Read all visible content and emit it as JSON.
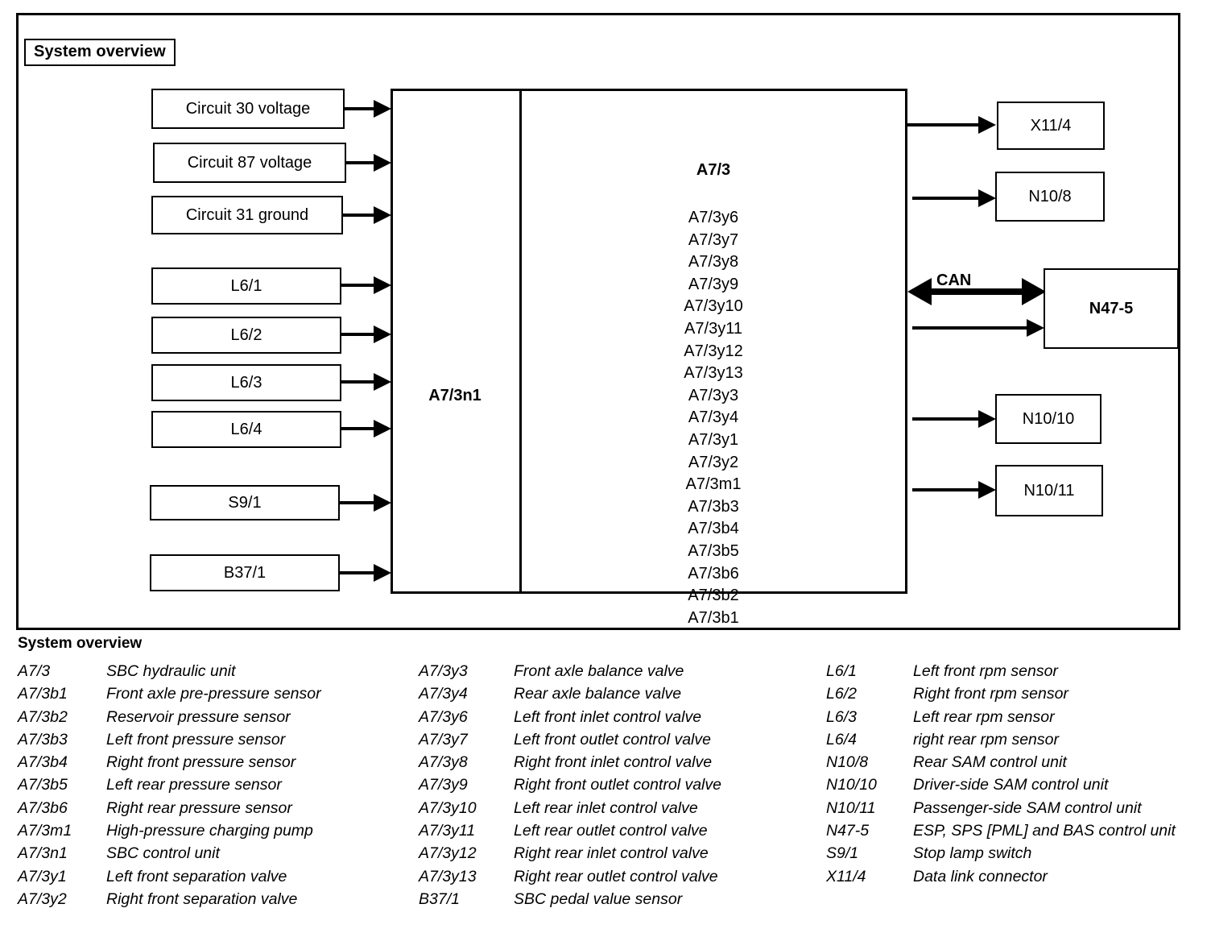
{
  "diagram": {
    "title": "System overview",
    "can_label": "CAN",
    "control_unit_label": "A7/3n1",
    "hydraulic_unit_title": "A7/3",
    "inputs": [
      {
        "label": "Circuit 30 voltage"
      },
      {
        "label": "Circuit 87 voltage"
      },
      {
        "label": "Circuit 31 ground"
      },
      {
        "label": "L6/1"
      },
      {
        "label": "L6/2"
      },
      {
        "label": "L6/3"
      },
      {
        "label": "L6/4"
      },
      {
        "label": "S9/1"
      },
      {
        "label": "B37/1"
      }
    ],
    "components": [
      "A7/3y6",
      "A7/3y7",
      "A7/3y8",
      "A7/3y9",
      "A7/3y10",
      "A7/3y11",
      "A7/3y12",
      "A7/3y13",
      "A7/3y3",
      "A7/3y4",
      "A7/3y1",
      "A7/3y2",
      "A7/3m1",
      "A7/3b3",
      "A7/3b4",
      "A7/3b5",
      "A7/3b6",
      "A7/3b2",
      "A7/3b1"
    ],
    "outputs": [
      {
        "label": "X11/4"
      },
      {
        "label": "N10/8"
      },
      {
        "label": "N47-5"
      },
      {
        "label": "N10/10"
      },
      {
        "label": "N10/11"
      }
    ]
  },
  "legend": {
    "title": "System overview",
    "columns": [
      {
        "rows": [
          {
            "code": "A7/3",
            "desc": "SBC hydraulic unit"
          },
          {
            "code": "A7/3b1",
            "desc": "Front axle pre-pressure sensor"
          },
          {
            "code": "A7/3b2",
            "desc": "Reservoir pressure sensor"
          },
          {
            "code": "A7/3b3",
            "desc": "Left front pressure sensor"
          },
          {
            "code": "A7/3b4",
            "desc": "Right front pressure sensor"
          },
          {
            "code": "A7/3b5",
            "desc": "Left rear pressure sensor"
          },
          {
            "code": "A7/3b6",
            "desc": "Right rear pressure sensor"
          },
          {
            "code": "A7/3m1",
            "desc": "High-pressure charging pump"
          },
          {
            "code": "A7/3n1",
            "desc": "SBC control unit"
          },
          {
            "code": "A7/3y1",
            "desc": "Left front separation valve"
          },
          {
            "code": "A7/3y2",
            "desc": "Right front separation valve"
          }
        ]
      },
      {
        "rows": [
          {
            "code": "A7/3y3",
            "desc": "Front axle balance valve"
          },
          {
            "code": "A7/3y4",
            "desc": "Rear axle balance valve"
          },
          {
            "code": "A7/3y6",
            "desc": "Left front inlet control valve"
          },
          {
            "code": "A7/3y7",
            "desc": "Left front outlet control valve"
          },
          {
            "code": "A7/3y8",
            "desc": "Right front inlet control valve"
          },
          {
            "code": "A7/3y9",
            "desc": "Right front outlet control valve"
          },
          {
            "code": "A7/3y10",
            "desc": "Left rear inlet control valve"
          },
          {
            "code": "A7/3y11",
            "desc": "Left rear outlet control valve"
          },
          {
            "code": "A7/3y12",
            "desc": "Right rear inlet control valve"
          },
          {
            "code": "A7/3y13",
            "desc": "Right rear outlet control valve"
          },
          {
            "code": "B37/1",
            "desc": "SBC pedal value sensor"
          }
        ]
      },
      {
        "rows": [
          {
            "code": "L6/1",
            "desc": "Left front rpm sensor"
          },
          {
            "code": "L6/2",
            "desc": "Right front rpm sensor"
          },
          {
            "code": "L6/3",
            "desc": "Left rear rpm sensor"
          },
          {
            "code": "L6/4",
            "desc": "right rear rpm sensor"
          },
          {
            "code": "N10/8",
            "desc": "Rear SAM control unit"
          },
          {
            "code": "N10/10",
            "desc": "Driver-side SAM control unit"
          },
          {
            "code": "N10/11",
            "desc": "Passenger-side SAM control unit"
          },
          {
            "code": "N47-5",
            "desc": "ESP, SPS [PML] and BAS control unit"
          },
          {
            "code": "S9/1",
            "desc": "Stop lamp switch"
          },
          {
            "code": "X11/4",
            "desc": "Data link connector"
          }
        ]
      }
    ]
  }
}
